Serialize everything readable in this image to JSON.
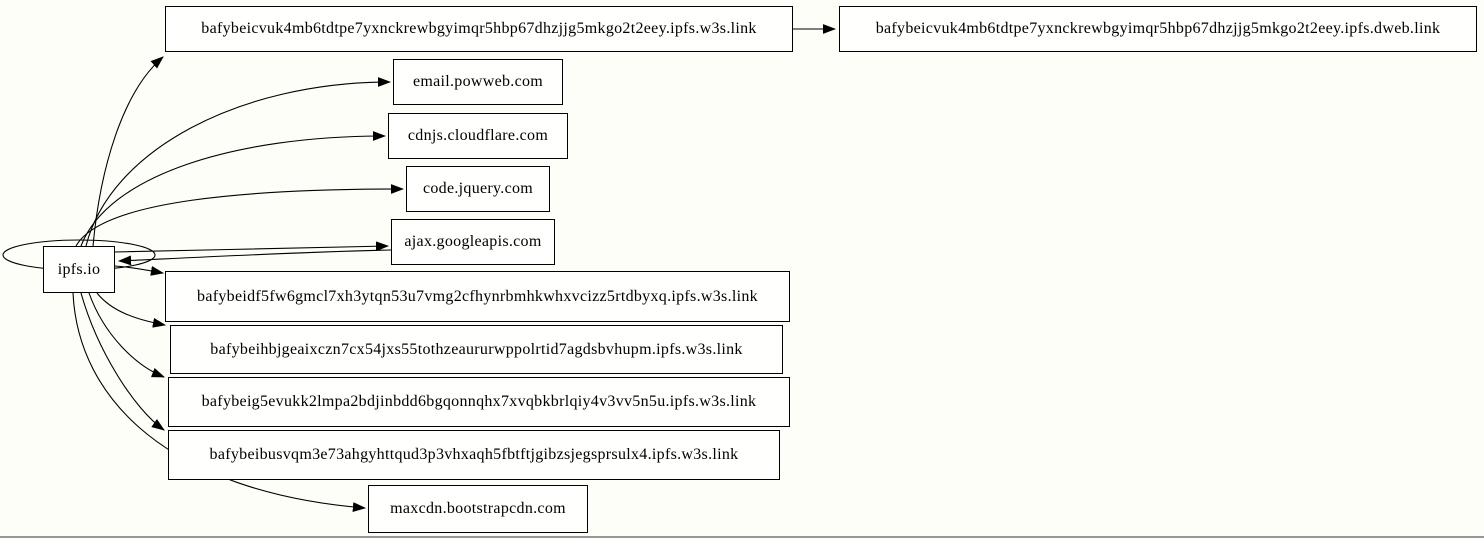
{
  "graph": {
    "background_color": "#fcfef7",
    "node_fill_color": "#fffffd",
    "node_border_color": "#000000",
    "edge_color": "#000000",
    "bottom_rule_color": "#979797",
    "nodes": [
      {
        "id": "ipfs",
        "label": "ipfs.io"
      },
      {
        "id": "w3s_cvuk",
        "label": "bafybeicvuk4mb6tdtpe7yxnckrewbgyimqr5hbp67dhzjjg5mkgo2t2eey.ipfs.w3s.link"
      },
      {
        "id": "dweb_cvuk",
        "label": "bafybeicvuk4mb6tdtpe7yxnckrewbgyimqr5hbp67dhzjjg5mkgo2t2eey.ipfs.dweb.link"
      },
      {
        "id": "email",
        "label": "email.powweb.com"
      },
      {
        "id": "cdnjs",
        "label": "cdnjs.cloudflare.com"
      },
      {
        "id": "jquery",
        "label": "code.jquery.com"
      },
      {
        "id": "ajax",
        "label": "ajax.googleapis.com"
      },
      {
        "id": "w3s_df",
        "label": "bafybeidf5fw6gmcl7xh3ytqn53u7vmg2cfhynrbmhkwhxvcizz5rtdbyxq.ipfs.w3s.link"
      },
      {
        "id": "w3s_ih",
        "label": "bafybeihbjgeaixczn7cx54jxs55tothzeaururwppolrtid7agdsbvhupm.ipfs.w3s.link"
      },
      {
        "id": "w3s_g5",
        "label": "bafybeig5evukk2lmpa2bdjinbdd6bgqonnqhx7xvqbkbrlqiy4v3vv5n5u.ipfs.w3s.link"
      },
      {
        "id": "w3s_bu",
        "label": "bafybeibusvqm3e73ahgyhttqud3p3vhxaqh5fbtftjgibzsjegsprsulx4.ipfs.w3s.link"
      },
      {
        "id": "maxcdn",
        "label": "maxcdn.bootstrapcdn.com"
      }
    ],
    "edges": [
      {
        "from": "ipfs",
        "to": "w3s_cvuk"
      },
      {
        "from": "w3s_cvuk",
        "to": "dweb_cvuk"
      },
      {
        "from": "ipfs",
        "to": "email"
      },
      {
        "from": "ipfs",
        "to": "cdnjs"
      },
      {
        "from": "ipfs",
        "to": "jquery"
      },
      {
        "from": "ipfs",
        "to": "ajax"
      },
      {
        "from": "ajax",
        "to": "ipfs"
      },
      {
        "from": "ipfs",
        "to": "ipfs"
      },
      {
        "from": "ipfs",
        "to": "w3s_df"
      },
      {
        "from": "ipfs",
        "to": "w3s_ih"
      },
      {
        "from": "ipfs",
        "to": "w3s_g5"
      },
      {
        "from": "ipfs",
        "to": "w3s_bu"
      },
      {
        "from": "ipfs",
        "to": "maxcdn"
      }
    ]
  }
}
